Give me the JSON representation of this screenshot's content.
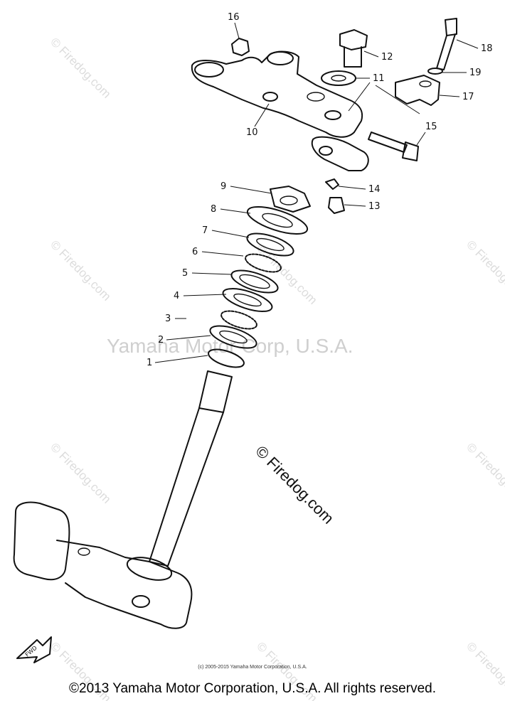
{
  "watermark": {
    "center_text": "Yamaha Motor Corp, U.S.A.",
    "firedog_text": "© Firedog.com",
    "firedog_side": "© Firedog.com"
  },
  "diagram": {
    "callouts": [
      "1",
      "2",
      "3",
      "4",
      "5",
      "6",
      "7",
      "8",
      "9",
      "10",
      "11",
      "12",
      "13",
      "14",
      "15",
      "16",
      "17",
      "18",
      "19"
    ],
    "fwd_label": "FWD"
  },
  "footer": {
    "small": "(c) 2005-2015 Yamaha Motor Corporation, U.S.A.",
    "main": "©2013 Yamaha Motor Corporation, U.S.A. All rights reserved."
  }
}
